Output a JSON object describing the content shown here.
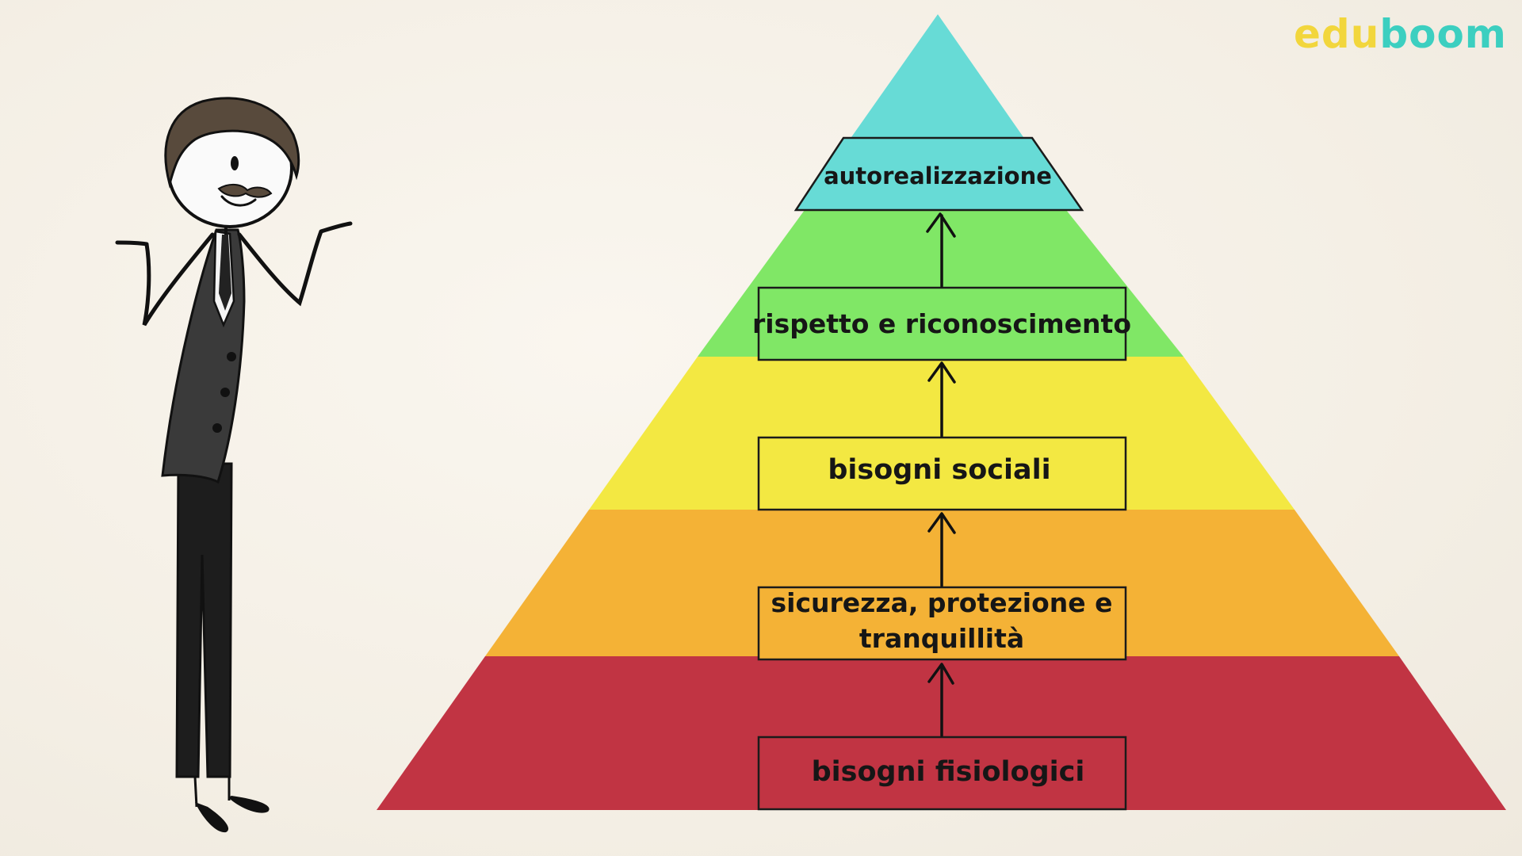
{
  "brand": {
    "part1": "edu",
    "part2": "boom",
    "color_part1": "#f2d63c",
    "color_part2": "#3ccfc0"
  },
  "pyramid": {
    "levels": [
      {
        "label": "autorealizzazione",
        "color": "#67dbd6"
      },
      {
        "label": "rispetto e riconoscimento",
        "color": "#80e766"
      },
      {
        "label": "bisogni sociali",
        "color": "#f3e842"
      },
      {
        "label_line1": "sicurezza, protezione e",
        "label_line2": "tranquillità",
        "color": "#f4b236"
      },
      {
        "label": "bisogni fisiologici",
        "color": "#c13443"
      }
    ]
  }
}
